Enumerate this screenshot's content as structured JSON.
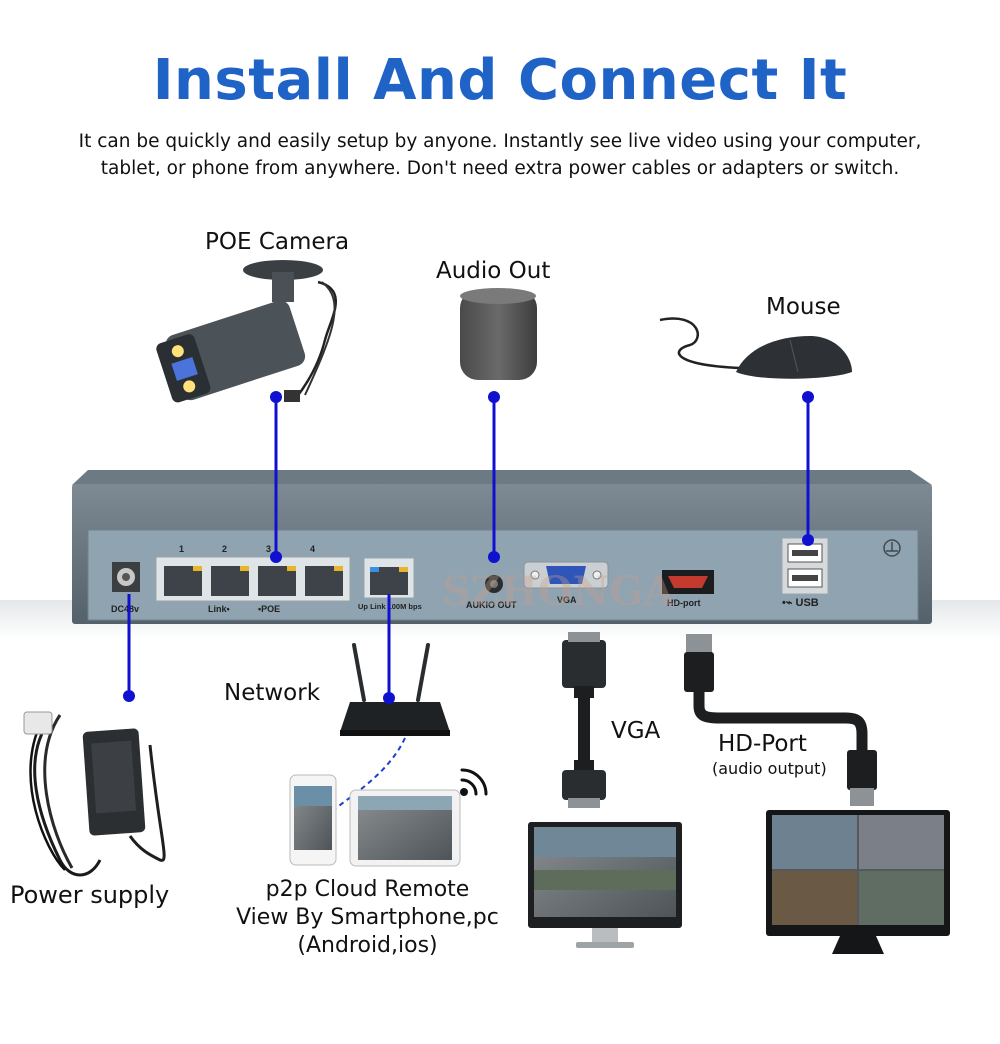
{
  "title": "Install And Connect It",
  "subtitle": "It can be quickly and easily setup by anyone. Instantly see live video using your computer, tablet, or phone from anywhere. Don't need extra power cables or adapters or switch.",
  "labels": {
    "poe_camera": "POE Camera",
    "audio_out": "Audio Out",
    "mouse": "Mouse",
    "network": "Network",
    "vga": "VGA",
    "hd_port": "HD-Port",
    "hd_port_note": "(audio output)",
    "power_supply": "Power supply",
    "p2p_line1": "p2p Cloud Remote",
    "p2p_line2": "View By Smartphone,pc",
    "p2p_line3": "(Android,ios)"
  },
  "nvr_panel": {
    "dc_label": "DC48v",
    "port_numbers": [
      "1",
      "2",
      "3",
      "4"
    ],
    "link_label": "Link•",
    "poe_label": "•POE",
    "uplink_label": "Up Link 100M bps",
    "audio_out_label": "AUKIO OUT",
    "vga_label": "VGA",
    "hd_label": "HD-port",
    "usb_label": "•⌁ USB",
    "watermark": "SZHONGA"
  },
  "colors": {
    "title": "#1f63c6",
    "connector": "#1010d0",
    "nvr_body": "#5f6b73",
    "nvr_face": "#8fa3b1"
  }
}
